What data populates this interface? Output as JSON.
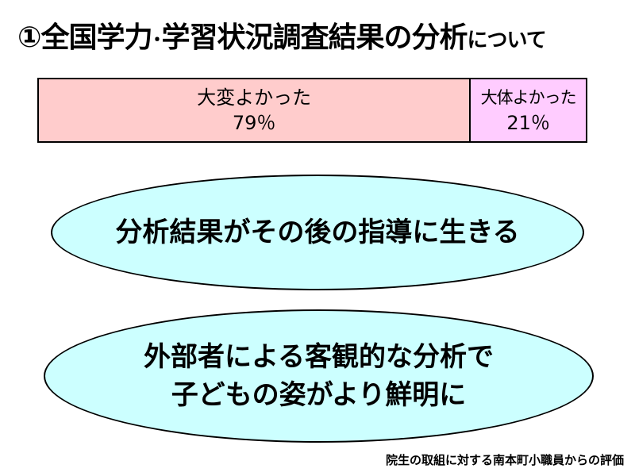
{
  "title": {
    "main": "①全国学力",
    "separator": "･",
    "part2": "学習状況調査結果の分析",
    "suffix": "について"
  },
  "results": [
    {
      "label": "大変よかった",
      "value": "79％",
      "percent": 79,
      "color": "#ffcccc"
    },
    {
      "label": "大体よかった",
      "value": "21％",
      "percent": 21,
      "color": "#ffccff"
    }
  ],
  "points": [
    {
      "lines": [
        "分析結果がその後の指導に生きる"
      ]
    },
    {
      "lines": [
        "外部者による客観的な分析で",
        "子どもの姿がより鮮明に"
      ]
    }
  ],
  "ellipse_color": "#ccffff",
  "footer": "院生の取組に対する南本町小職員からの評価"
}
